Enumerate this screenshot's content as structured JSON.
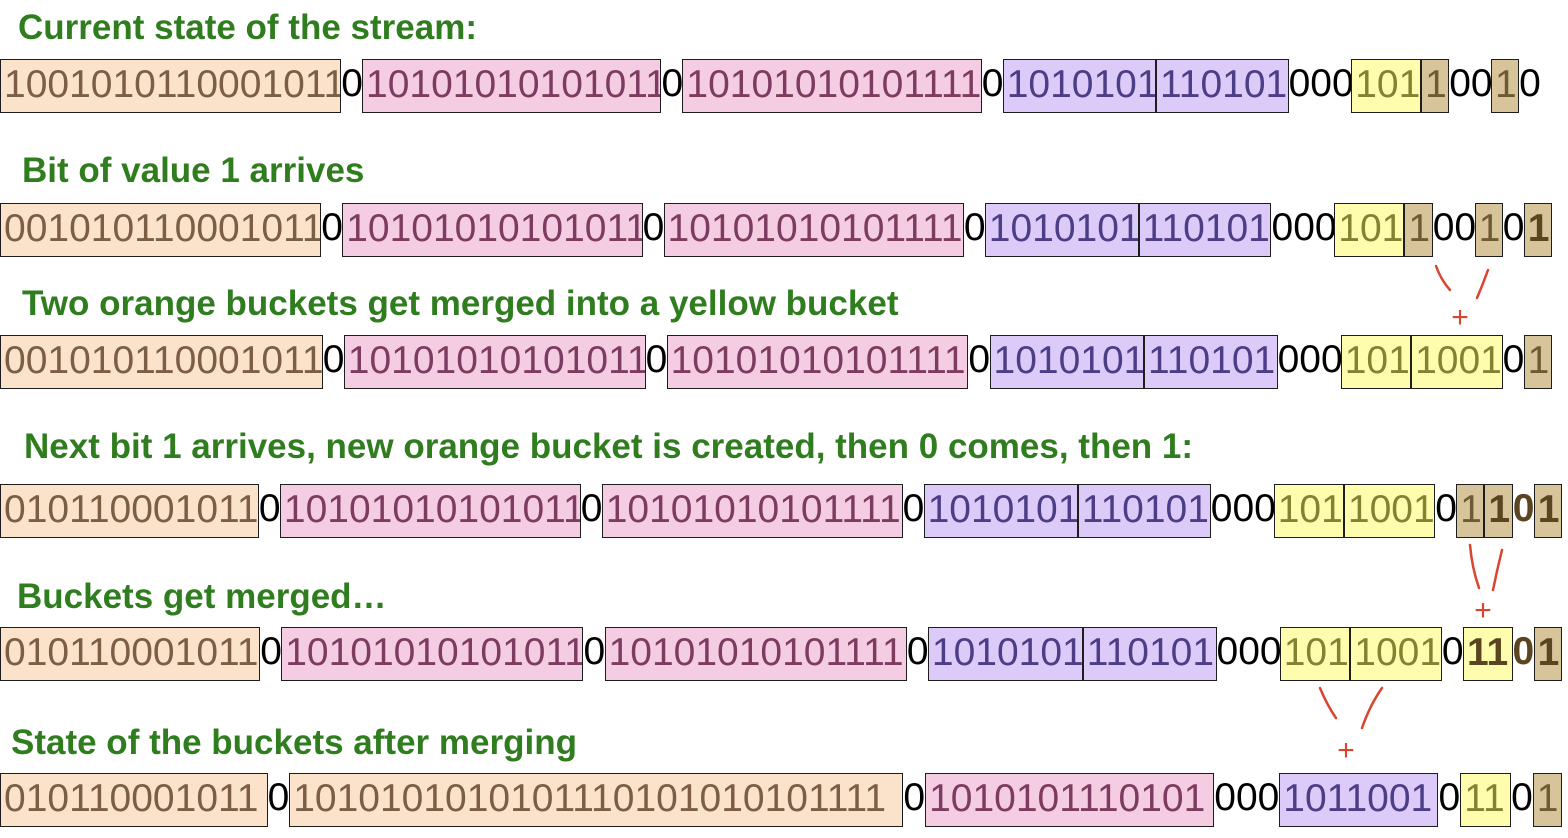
{
  "captions": {
    "r0": "Current state of the stream:",
    "r1": "Bit of value 1 arrives",
    "r2": "Two orange buckets get merged into a yellow bucket",
    "r3": "Next bit 1 arrives, new orange bucket is created, then 0 comes, then 1:",
    "r4": "Buckets get merged…",
    "r5": "State of the buckets after merging"
  },
  "rows": [
    {
      "name": "current-state",
      "segments": [
        {
          "t": "1001010110001011",
          "k": "orange"
        },
        {
          "t": "0",
          "k": "gap"
        },
        {
          "t": "10101010101011",
          "k": "pink"
        },
        {
          "t": "0",
          "k": "gap"
        },
        {
          "t": "10101010101111",
          "k": "pink"
        },
        {
          "t": "0",
          "k": "gap"
        },
        {
          "t": "1010101",
          "k": "purple"
        },
        {
          "t": "110101",
          "k": "purple"
        },
        {
          "t": "000",
          "k": "gap"
        },
        {
          "t": "101",
          "k": "yellow"
        },
        {
          "t": "1",
          "k": "tan"
        },
        {
          "t": "00",
          "k": "gap"
        },
        {
          "t": "1",
          "k": "tan"
        },
        {
          "t": "0",
          "k": "gap"
        }
      ]
    },
    {
      "name": "bit-1-arrives",
      "segments": [
        {
          "t": "001010110001011",
          "k": "orange"
        },
        {
          "t": "0",
          "k": "gap"
        },
        {
          "t": "10101010101011",
          "k": "pink"
        },
        {
          "t": "0",
          "k": "gap"
        },
        {
          "t": "10101010101111",
          "k": "pink"
        },
        {
          "t": "0",
          "k": "gap"
        },
        {
          "t": "1010101",
          "k": "purple"
        },
        {
          "t": "110101",
          "k": "purple"
        },
        {
          "t": "000",
          "k": "gap"
        },
        {
          "t": "101",
          "k": "yellow"
        },
        {
          "t": "1",
          "k": "tan"
        },
        {
          "t": "00",
          "k": "gap"
        },
        {
          "t": "1",
          "k": "tan"
        },
        {
          "t": "0",
          "k": "gap"
        },
        {
          "t": "1",
          "k": "tan",
          "bold": true
        }
      ]
    },
    {
      "name": "orange-merged",
      "segments": [
        {
          "t": "001010110001011",
          "k": "orange"
        },
        {
          "t": "0",
          "k": "gap"
        },
        {
          "t": "10101010101011",
          "k": "pink"
        },
        {
          "t": "0",
          "k": "gap"
        },
        {
          "t": "10101010101111",
          "k": "pink"
        },
        {
          "t": "0",
          "k": "gap"
        },
        {
          "t": "1010101",
          "k": "purple"
        },
        {
          "t": "110101",
          "k": "purple"
        },
        {
          "t": "000",
          "k": "gap"
        },
        {
          "t": "101",
          "k": "yellow"
        },
        {
          "t": "1001",
          "k": "yellow"
        },
        {
          "t": "0",
          "k": "gap"
        },
        {
          "t": "1",
          "k": "tan"
        }
      ]
    },
    {
      "name": "next-bits-arrive",
      "segments": [
        {
          "t": "010110001011",
          "k": "orange"
        },
        {
          "t": "0",
          "k": "gap"
        },
        {
          "t": "10101010101011",
          "k": "pink"
        },
        {
          "t": "0",
          "k": "gap"
        },
        {
          "t": "10101010101111",
          "k": "pink"
        },
        {
          "t": "0",
          "k": "gap"
        },
        {
          "t": "1010101",
          "k": "purple"
        },
        {
          "t": "110101",
          "k": "purple"
        },
        {
          "t": "000",
          "k": "gap"
        },
        {
          "t": "101",
          "k": "yellow"
        },
        {
          "t": "1001",
          "k": "yellow"
        },
        {
          "t": "0",
          "k": "gap"
        },
        {
          "t": "1",
          "k": "tan"
        },
        {
          "t": "1",
          "k": "tan",
          "bold": true
        },
        {
          "t": "0",
          "k": "gap",
          "bold": true
        },
        {
          "t": "1",
          "k": "tan",
          "bold": true
        }
      ]
    },
    {
      "name": "buckets-merging",
      "segments": [
        {
          "t": "010110001011",
          "k": "orange"
        },
        {
          "t": "0",
          "k": "gap"
        },
        {
          "t": "10101010101011",
          "k": "pink"
        },
        {
          "t": "0",
          "k": "gap"
        },
        {
          "t": "10101010101111",
          "k": "pink"
        },
        {
          "t": "0",
          "k": "gap"
        },
        {
          "t": "1010101",
          "k": "purple"
        },
        {
          "t": "110101",
          "k": "purple"
        },
        {
          "t": "000",
          "k": "gap"
        },
        {
          "t": "101",
          "k": "yellow"
        },
        {
          "t": "1001",
          "k": "yellow"
        },
        {
          "t": "0",
          "k": "gap"
        },
        {
          "t": "11",
          "k": "yellow",
          "bold": true
        },
        {
          "t": "0",
          "k": "gap",
          "bold": true
        },
        {
          "t": "1",
          "k": "tan",
          "bold": true
        }
      ]
    },
    {
      "name": "after-merging",
      "segments": [
        {
          "t": "010110001011",
          "k": "orange"
        },
        {
          "t": "0",
          "k": "gap"
        },
        {
          "t": "1010101010101110101010101111",
          "k": "orange"
        },
        {
          "t": "0",
          "k": "gap"
        },
        {
          "t": "1010101110101",
          "k": "pink"
        },
        {
          "t": "000",
          "k": "gap"
        },
        {
          "t": "1011001",
          "k": "purple"
        },
        {
          "t": "0",
          "k": "gap"
        },
        {
          "t": "11",
          "k": "yellow"
        },
        {
          "t": "0",
          "k": "gap"
        },
        {
          "t": "1",
          "k": "tan"
        }
      ]
    }
  ],
  "merge_marks": [
    "+",
    "+",
    "+"
  ],
  "colors": {
    "caption": "#2f7d1f",
    "orange": "#fbe3cb",
    "pink": "#f5cde3",
    "purple": "#dccbf8",
    "yellow": "#fdfdad",
    "tan": "#d8c49a",
    "merge_mark": "#d9452f"
  }
}
